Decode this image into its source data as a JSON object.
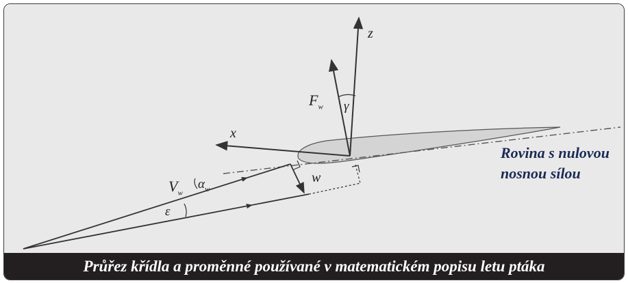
{
  "diagram": {
    "symbols": {
      "z": "z",
      "fw": "F",
      "fw_sub": "w",
      "gamma": "γ",
      "x": "x",
      "vw": "V",
      "vw_sub": "w",
      "alpha": "α",
      "alpha_sub": "w",
      "w": "w",
      "epsilon": "ε"
    },
    "zero_lift_plane_label": [
      "Rovina s nulovou",
      "nosnou sílou"
    ]
  },
  "caption": "Průřez křídla a proměnné používané v matematickém popisu letu ptáka",
  "colors": {
    "background": "#e9e9e9",
    "caption_bar": "#231f20",
    "caption_text": "#ffffff",
    "label_text": "#1b2a55",
    "airfoil_fill": "#d4d4d4"
  }
}
